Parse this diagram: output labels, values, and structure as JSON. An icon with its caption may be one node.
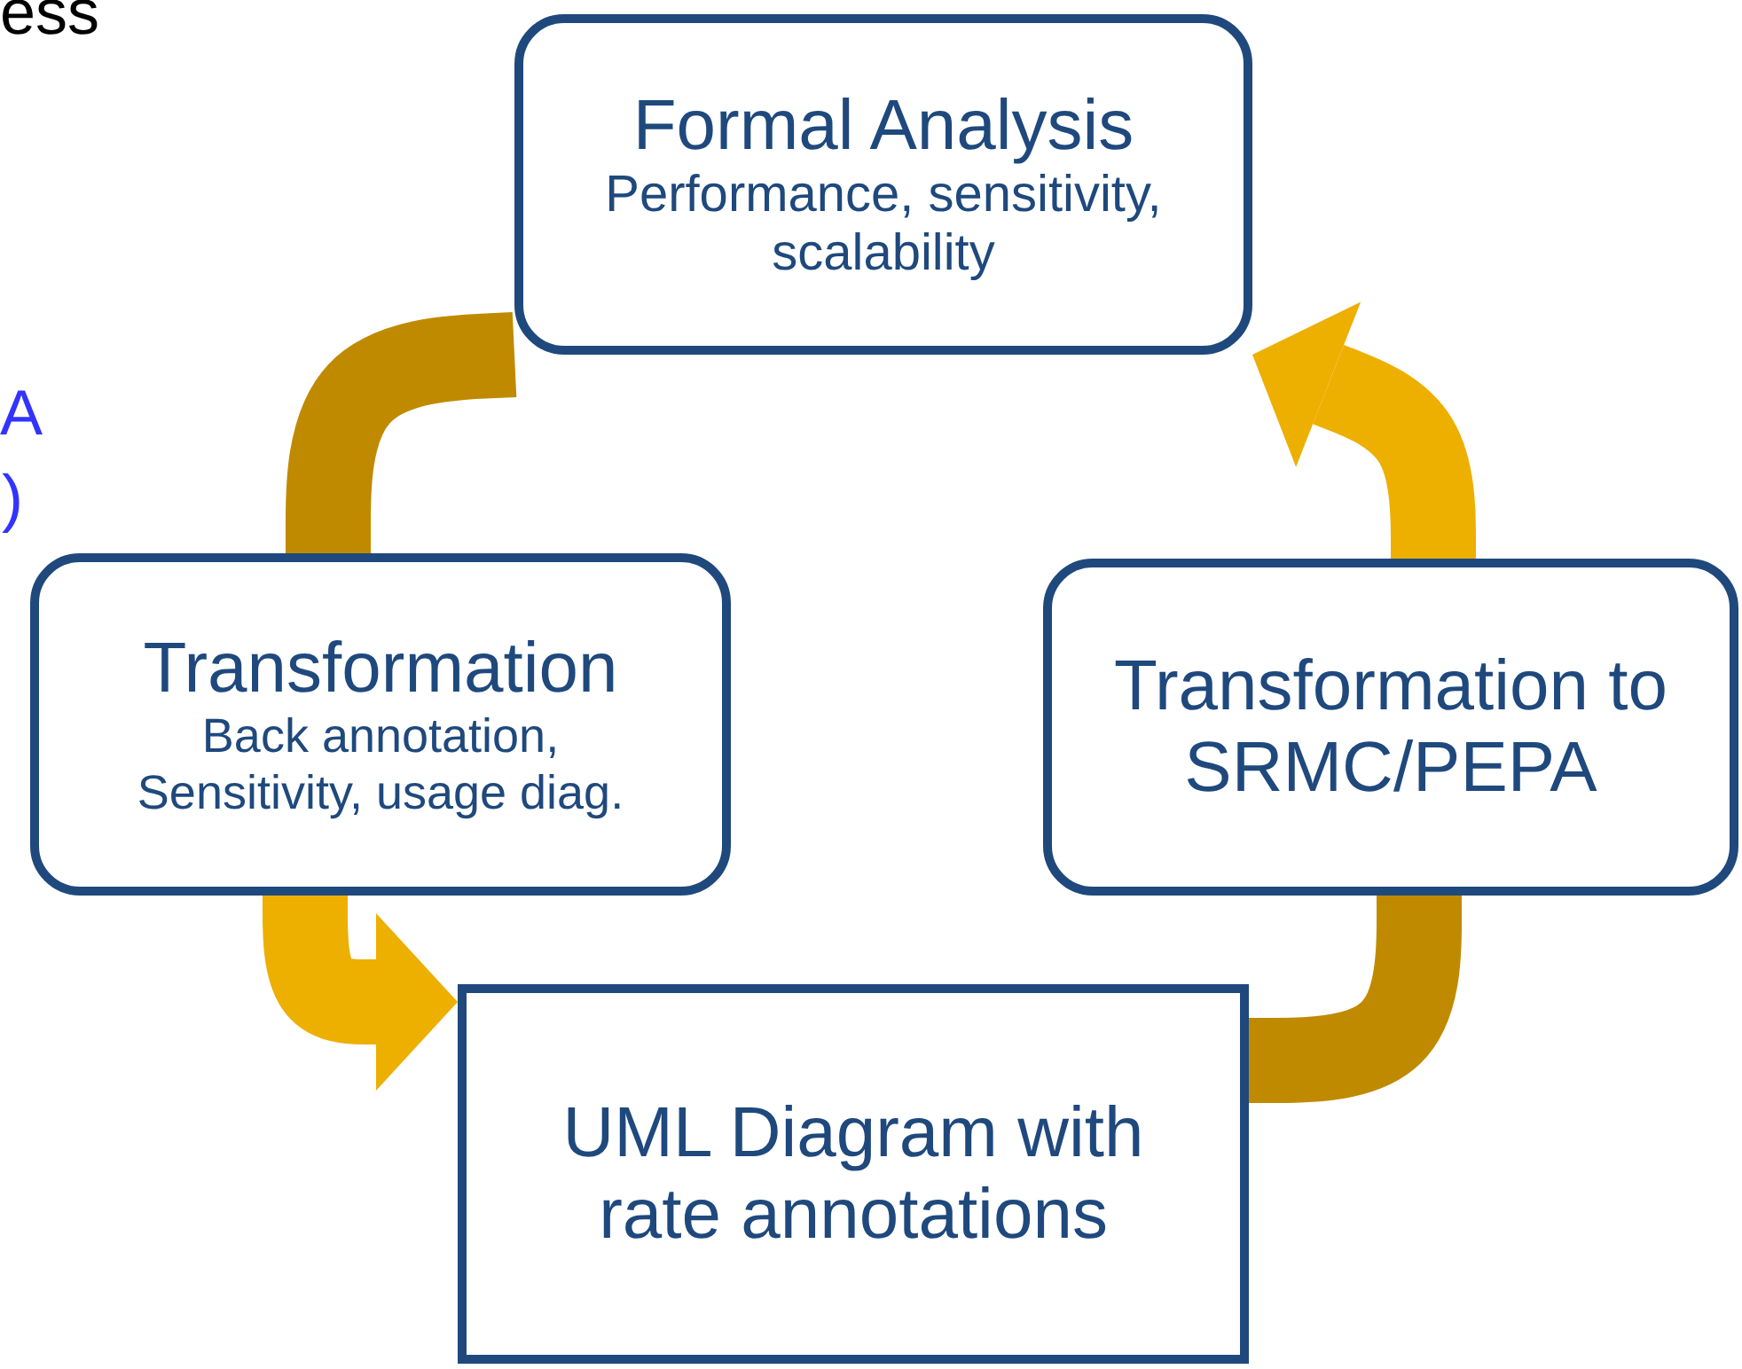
{
  "diagram": {
    "nodes": [
      {
        "text": [
          "Formal Analysis",
          "Performance, sensitivity, scalability"
        ]
      },
      {
        "text": [
          "Transformation",
          "Back annotation, Sensitivity, usage diag."
        ]
      },
      {
        "text": [
          "Transformation to SRMC/PEPA"
        ]
      },
      {
        "text": [
          "UML Diagram with rate annotations"
        ]
      }
    ],
    "edges": [
      {
        "from": 3,
        "to": 2,
        "arrow": "none",
        "color": "#c08a00"
      },
      {
        "from": 2,
        "to": 0,
        "arrow": "to",
        "color": "#edaf00"
      },
      {
        "from": 0,
        "to": 1,
        "arrow": "none",
        "color": "#c08a00"
      },
      {
        "from": 1,
        "to": 3,
        "arrow": "to",
        "color": "#edaf00"
      }
    ],
    "labels": [
      "ess",
      "A",
      ")"
    ]
  }
}
